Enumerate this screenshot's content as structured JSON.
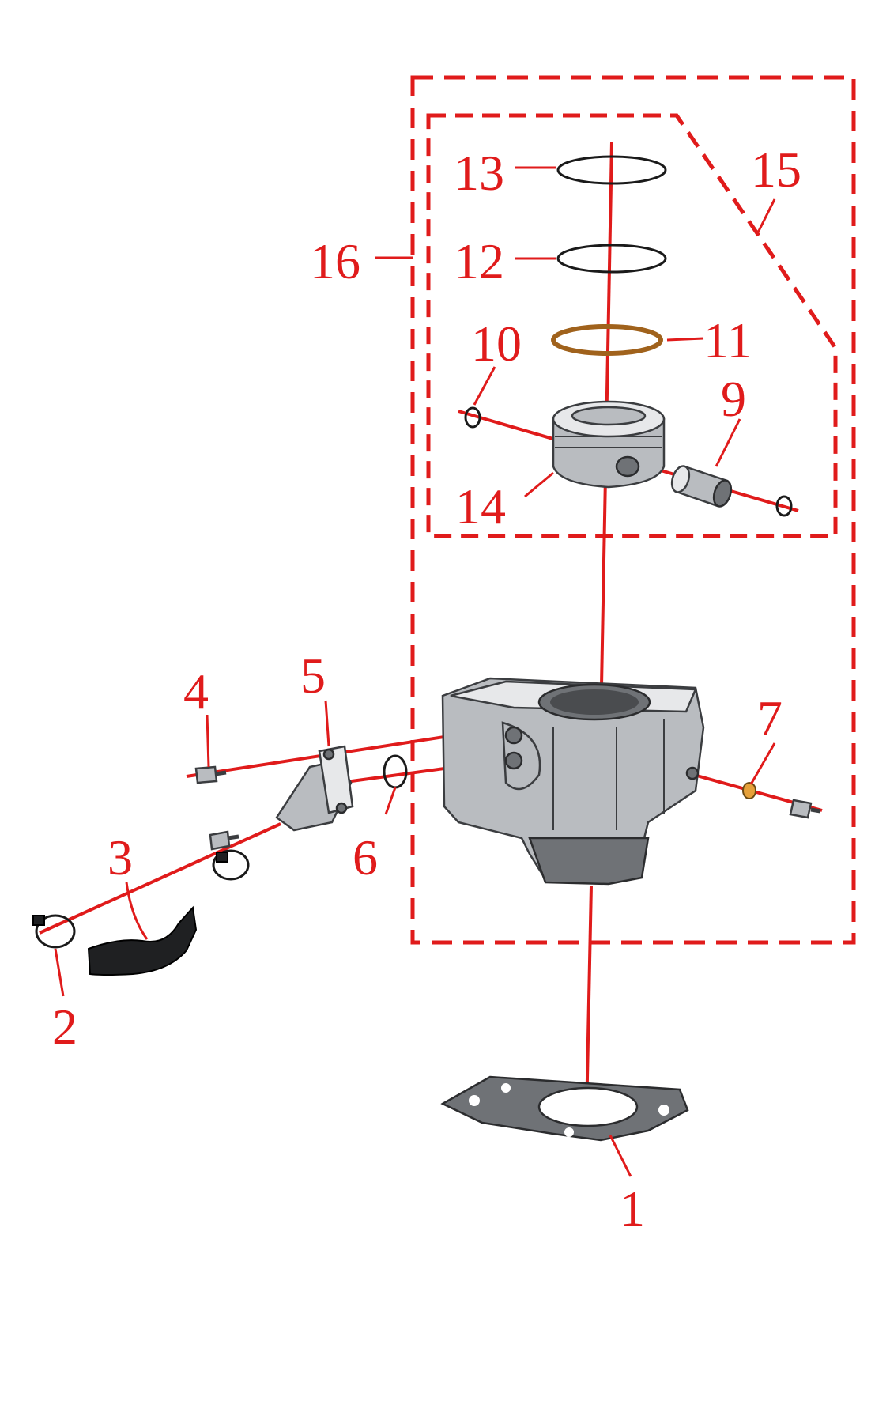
{
  "diagram": {
    "type": "exploded-parts-view",
    "accent_color": "#e01b1b",
    "callouts": [
      {
        "id": "c1",
        "label": "1"
      },
      {
        "id": "c2",
        "label": "2"
      },
      {
        "id": "c3",
        "label": "3"
      },
      {
        "id": "c4",
        "label": "4"
      },
      {
        "id": "c5",
        "label": "5"
      },
      {
        "id": "c6",
        "label": "6"
      },
      {
        "id": "c7",
        "label": "7"
      },
      {
        "id": "c9",
        "label": "9"
      },
      {
        "id": "c10",
        "label": "10"
      },
      {
        "id": "c11",
        "label": "11"
      },
      {
        "id": "c12",
        "label": "12"
      },
      {
        "id": "c13",
        "label": "13"
      },
      {
        "id": "c14",
        "label": "14"
      },
      {
        "id": "c15",
        "label": "15"
      },
      {
        "id": "c16",
        "label": "16"
      }
    ]
  }
}
